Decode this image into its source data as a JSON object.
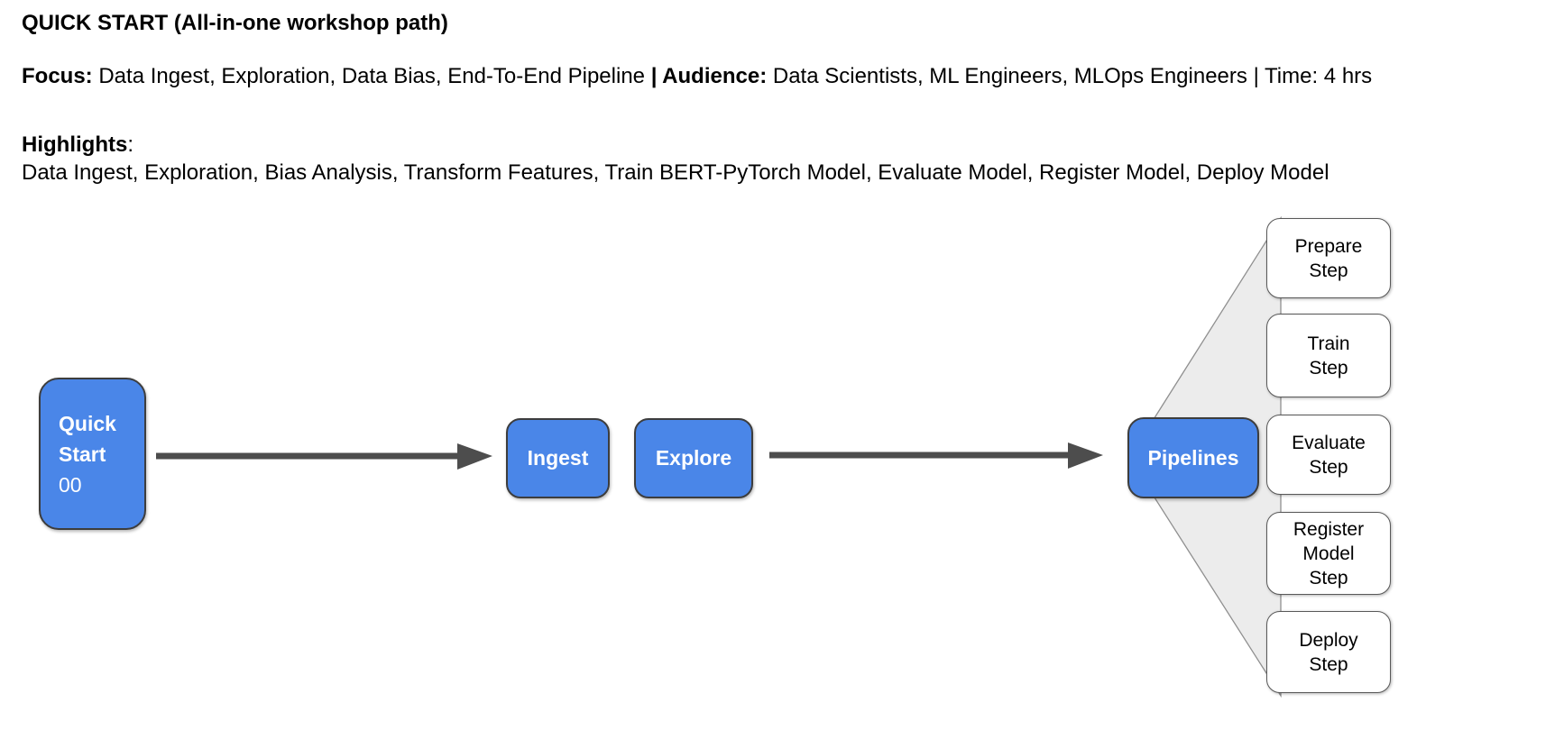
{
  "header": {
    "title": "QUICK START (All-in-one workshop path)",
    "focus_label": "Focus:",
    "focus_value": "Data Ingest, Exploration, Data Bias, End-To-End Pipeline",
    "audience_label": "| Audience:",
    "audience_value": "Data Scientists, ML Engineers, MLOps Engineers | Time: 4 hrs",
    "highlights_label": "Highlights",
    "highlights_colon": ":",
    "highlights_value": "Data Ingest, Exploration, Bias Analysis, Transform Features, Train BERT-PyTorch Model, Evaluate Model, Register Model, Deploy Model"
  },
  "diagram": {
    "nodes": {
      "quick_start": {
        "title": "Quick\nStart",
        "subtitle": "00"
      },
      "ingest": {
        "label": "Ingest"
      },
      "explore": {
        "label": "Explore"
      },
      "pipelines": {
        "label": "Pipelines"
      }
    },
    "steps": [
      {
        "label": "Prepare\nStep"
      },
      {
        "label": "Train\nStep"
      },
      {
        "label": "Evaluate\nStep"
      },
      {
        "label": "Register\nModel\nStep"
      },
      {
        "label": "Deploy\nStep"
      }
    ],
    "colors": {
      "node_fill": "#4a86e8",
      "node_border": "#3d3d3d",
      "step_fill": "#ffffff",
      "step_border": "#595959",
      "fan_fill": "#ececec",
      "fan_border": "#8f8f8f",
      "arrow": "#4d4d4d",
      "text": "#000000",
      "node_text": "#ffffff"
    }
  }
}
